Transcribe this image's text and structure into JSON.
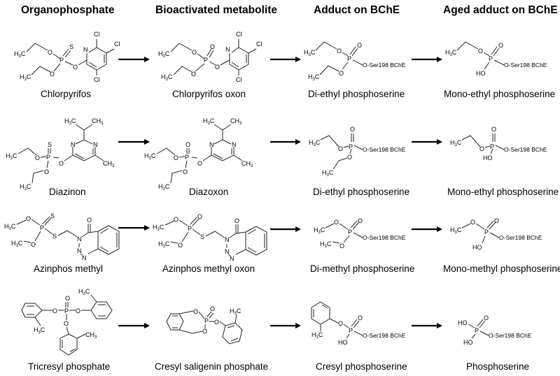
{
  "headers": [
    "Organophosphate",
    "Bioactivated metabolite",
    "Adduct on BChE",
    "Aged adduct on BChE"
  ],
  "rows": [
    {
      "organophosphate": "Chlorpyrifos",
      "metabolite": "Chlorpyrifos oxon",
      "adduct": "Di-ethyl phosphoserine",
      "aged_adduct": "Mono-ethyl phosphoserine"
    },
    {
      "organophosphate": "Diazinon",
      "metabolite": "Diazoxon",
      "adduct": "Di-ethyl phosphoserine",
      "aged_adduct": "Mono-ethyl phosphoserine"
    },
    {
      "organophosphate": "Azinphos methyl",
      "metabolite": "Azinphos methyl oxon",
      "adduct": "Di-methyl phosphoserine",
      "aged_adduct": "Mono-methyl phosphoserine"
    },
    {
      "organophosphate": "Tricresyl phosphate",
      "metabolite": "Cresyl saligenin phosphate",
      "adduct": "Cresyl phosphoserine",
      "aged_adduct": "Phosphoserine"
    }
  ],
  "labels": {
    "ser": "O-Ser198 BChE",
    "p": "P",
    "o": "O",
    "s": "S",
    "n": "N",
    "cl": "Cl",
    "ho": "HO",
    "h3c": "H3C",
    "ch3": "CH3"
  },
  "arrow_icon": "right-arrow"
}
